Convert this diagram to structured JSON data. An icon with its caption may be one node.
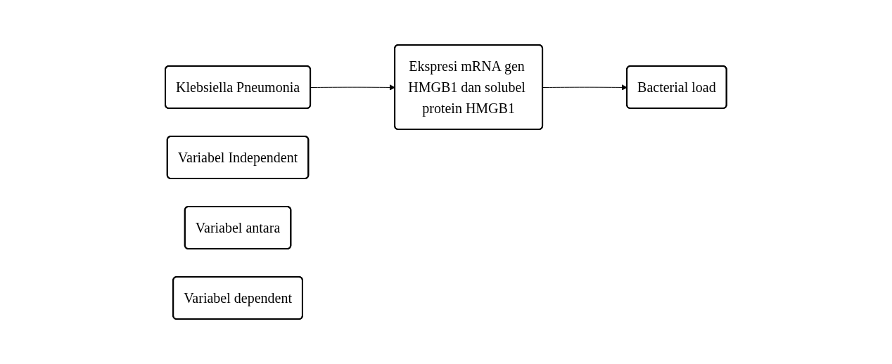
{
  "diagram": {
    "nodes": [
      {
        "text": [
          "Klebsiella Pneumonia"
        ]
      },
      {
        "text": [
          "Ekspresi mRNA gen HMGB1 dan solubel protein HMGB1"
        ]
      },
      {
        "text": [
          "Bacterial load"
        ]
      },
      {
        "text": [
          "Variabel Independent"
        ]
      },
      {
        "text": [
          "Variabel antara"
        ]
      },
      {
        "text": [
          "Variabel dependent"
        ]
      }
    ],
    "edges": [
      {
        "from": 0,
        "to": 1,
        "arrow": "to"
      },
      {
        "from": 1,
        "to": 2,
        "arrow": "to"
      }
    ]
  }
}
